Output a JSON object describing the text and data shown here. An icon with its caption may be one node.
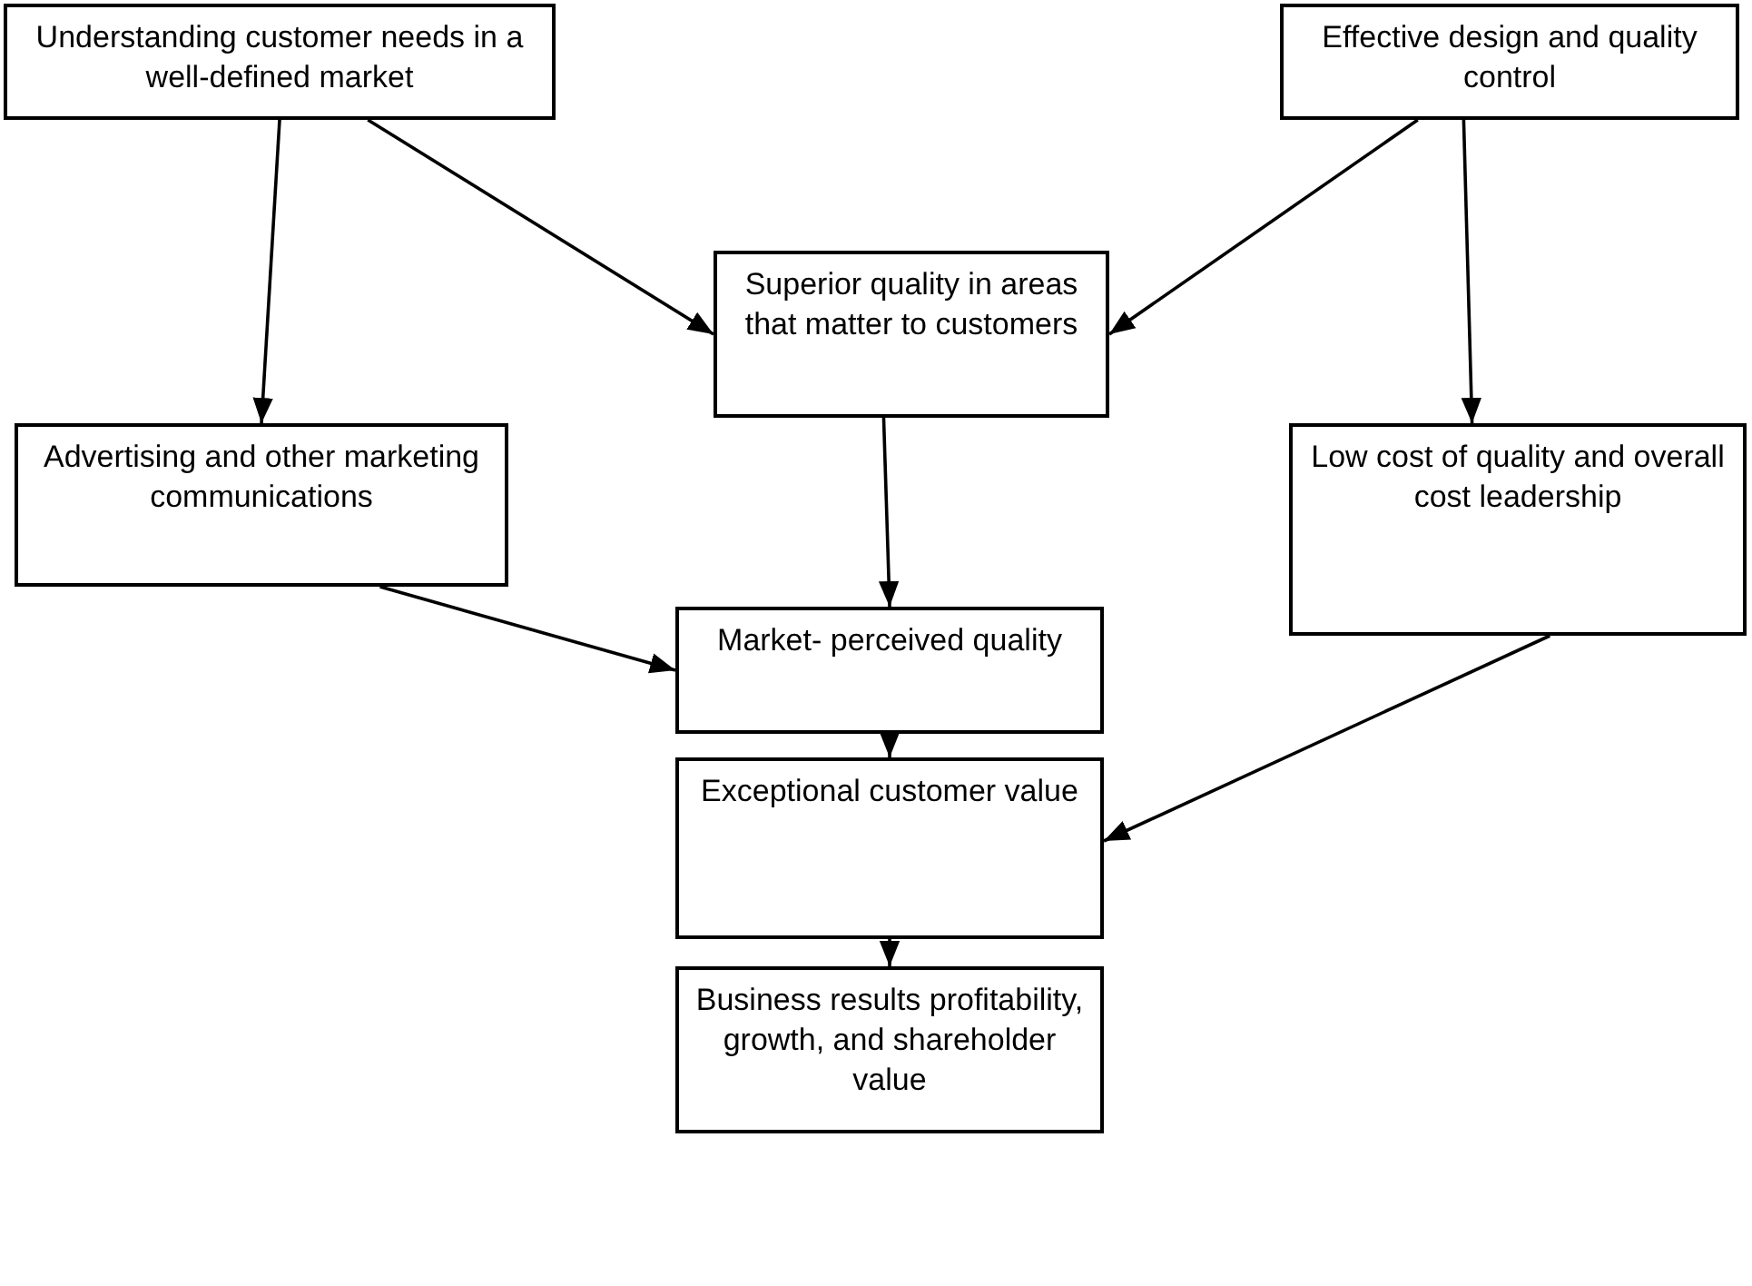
{
  "diagram": {
    "nodes": [
      {
        "text": [
          "Understanding customer needs in a well-defined market"
        ]
      },
      {
        "text": [
          "Effective design and quality control"
        ]
      },
      {
        "text": [
          "Superior quality in areas that matter to customers"
        ]
      },
      {
        "text": [
          "Advertising and other marketing communications"
        ]
      },
      {
        "text": [
          "Low cost of quality and overall cost leadership"
        ]
      },
      {
        "text": [
          "Market- perceived quality"
        ]
      },
      {
        "text": [
          "Exceptional customer value"
        ]
      },
      {
        "text": [
          "Business results profitability, growth, and shareholder value"
        ]
      }
    ],
    "edges": [
      {
        "from": 0,
        "to": 3,
        "arrow": "to"
      },
      {
        "from": 0,
        "to": 2,
        "arrow": "to"
      },
      {
        "from": 1,
        "to": 2,
        "arrow": "to"
      },
      {
        "from": 1,
        "to": 4,
        "arrow": "to"
      },
      {
        "from": 2,
        "to": 5,
        "arrow": "to"
      },
      {
        "from": 3,
        "to": 5,
        "arrow": "to"
      },
      {
        "from": 4,
        "to": 6,
        "arrow": "to"
      },
      {
        "from": 5,
        "to": 6,
        "arrow": "to"
      },
      {
        "from": 6,
        "to": 7,
        "arrow": "to"
      }
    ]
  }
}
